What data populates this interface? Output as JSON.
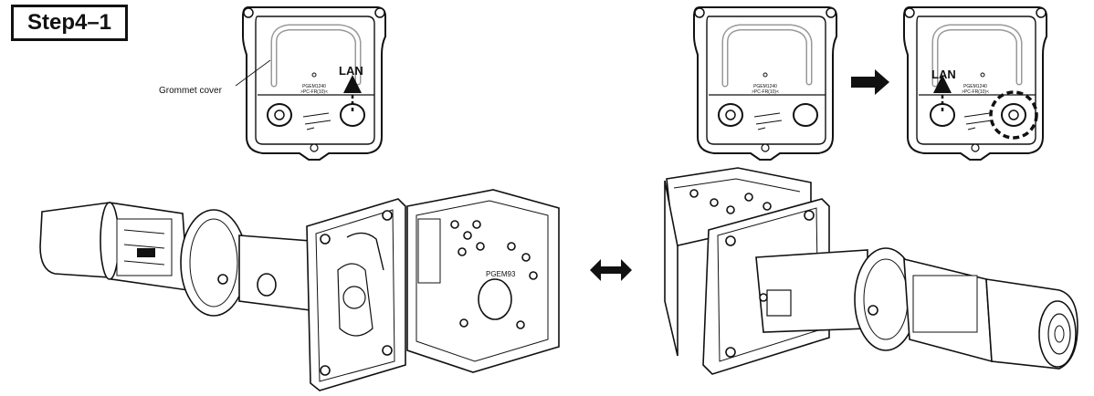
{
  "step": {
    "label": "Step4–1"
  },
  "top_left_panel": {
    "grommet_label": "Grommet cover",
    "lan_label": "LAN",
    "print_line1": "PGEM1240",
    "print_line2": ">PC-FR(10)<"
  },
  "top_right_panel_before": {
    "print_line1": "PGEM1240",
    "print_line2": ">PC-FR(10)<"
  },
  "top_right_panel_after": {
    "lan_label": "LAN",
    "print_line1": "PGEM1240",
    "print_line2": ">PC-FR(10)<"
  },
  "box_marking": "PGEM93",
  "icons": {
    "transition_arrow": "right-arrow-icon",
    "swap_arrow": "double-arrow-icon"
  }
}
